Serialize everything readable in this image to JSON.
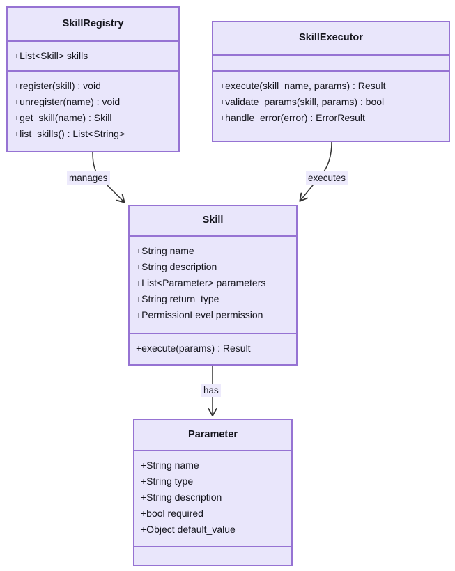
{
  "diagram": {
    "type": "uml-class-diagram",
    "colors": {
      "class_fill": "#e9e6fb",
      "class_border": "#9673d3",
      "edge_stroke": "#333333",
      "label_background": "#edeafc",
      "text": "#14141c",
      "canvas": "#ffffff"
    },
    "classes": [
      {
        "id": "skillregistry",
        "name": "SkillRegistry",
        "attributes": [
          "+List<Skill> skills"
        ],
        "operations": [
          "+register(skill) : void",
          "+unregister(name) : void",
          "+get_skill(name) : Skill",
          "+list_skills() : List<String>"
        ]
      },
      {
        "id": "skillexecutor",
        "name": "SkillExecutor",
        "attributes": [],
        "operations": [
          "+execute(skill_name, params) : Result",
          "+validate_params(skill, params) : bool",
          "+handle_error(error) : ErrorResult"
        ]
      },
      {
        "id": "skill",
        "name": "Skill",
        "attributes": [
          "+String name",
          "+String description",
          "+List<Parameter> parameters",
          "+String return_type",
          "+PermissionLevel permission"
        ],
        "operations": [
          "+execute(params) : Result"
        ]
      },
      {
        "id": "parameter",
        "name": "Parameter",
        "attributes": [
          "+String name",
          "+String type",
          "+String description",
          "+bool required",
          "+Object default_value"
        ],
        "operations": []
      }
    ],
    "relationships": [
      {
        "id": "manages",
        "label": "manages",
        "from": "skillregistry",
        "to": "skill",
        "arrow": "open"
      },
      {
        "id": "executes",
        "label": "executes",
        "from": "skillexecutor",
        "to": "skill",
        "arrow": "open"
      },
      {
        "id": "has",
        "label": "has",
        "from": "skill",
        "to": "parameter",
        "arrow": "open"
      }
    ]
  }
}
